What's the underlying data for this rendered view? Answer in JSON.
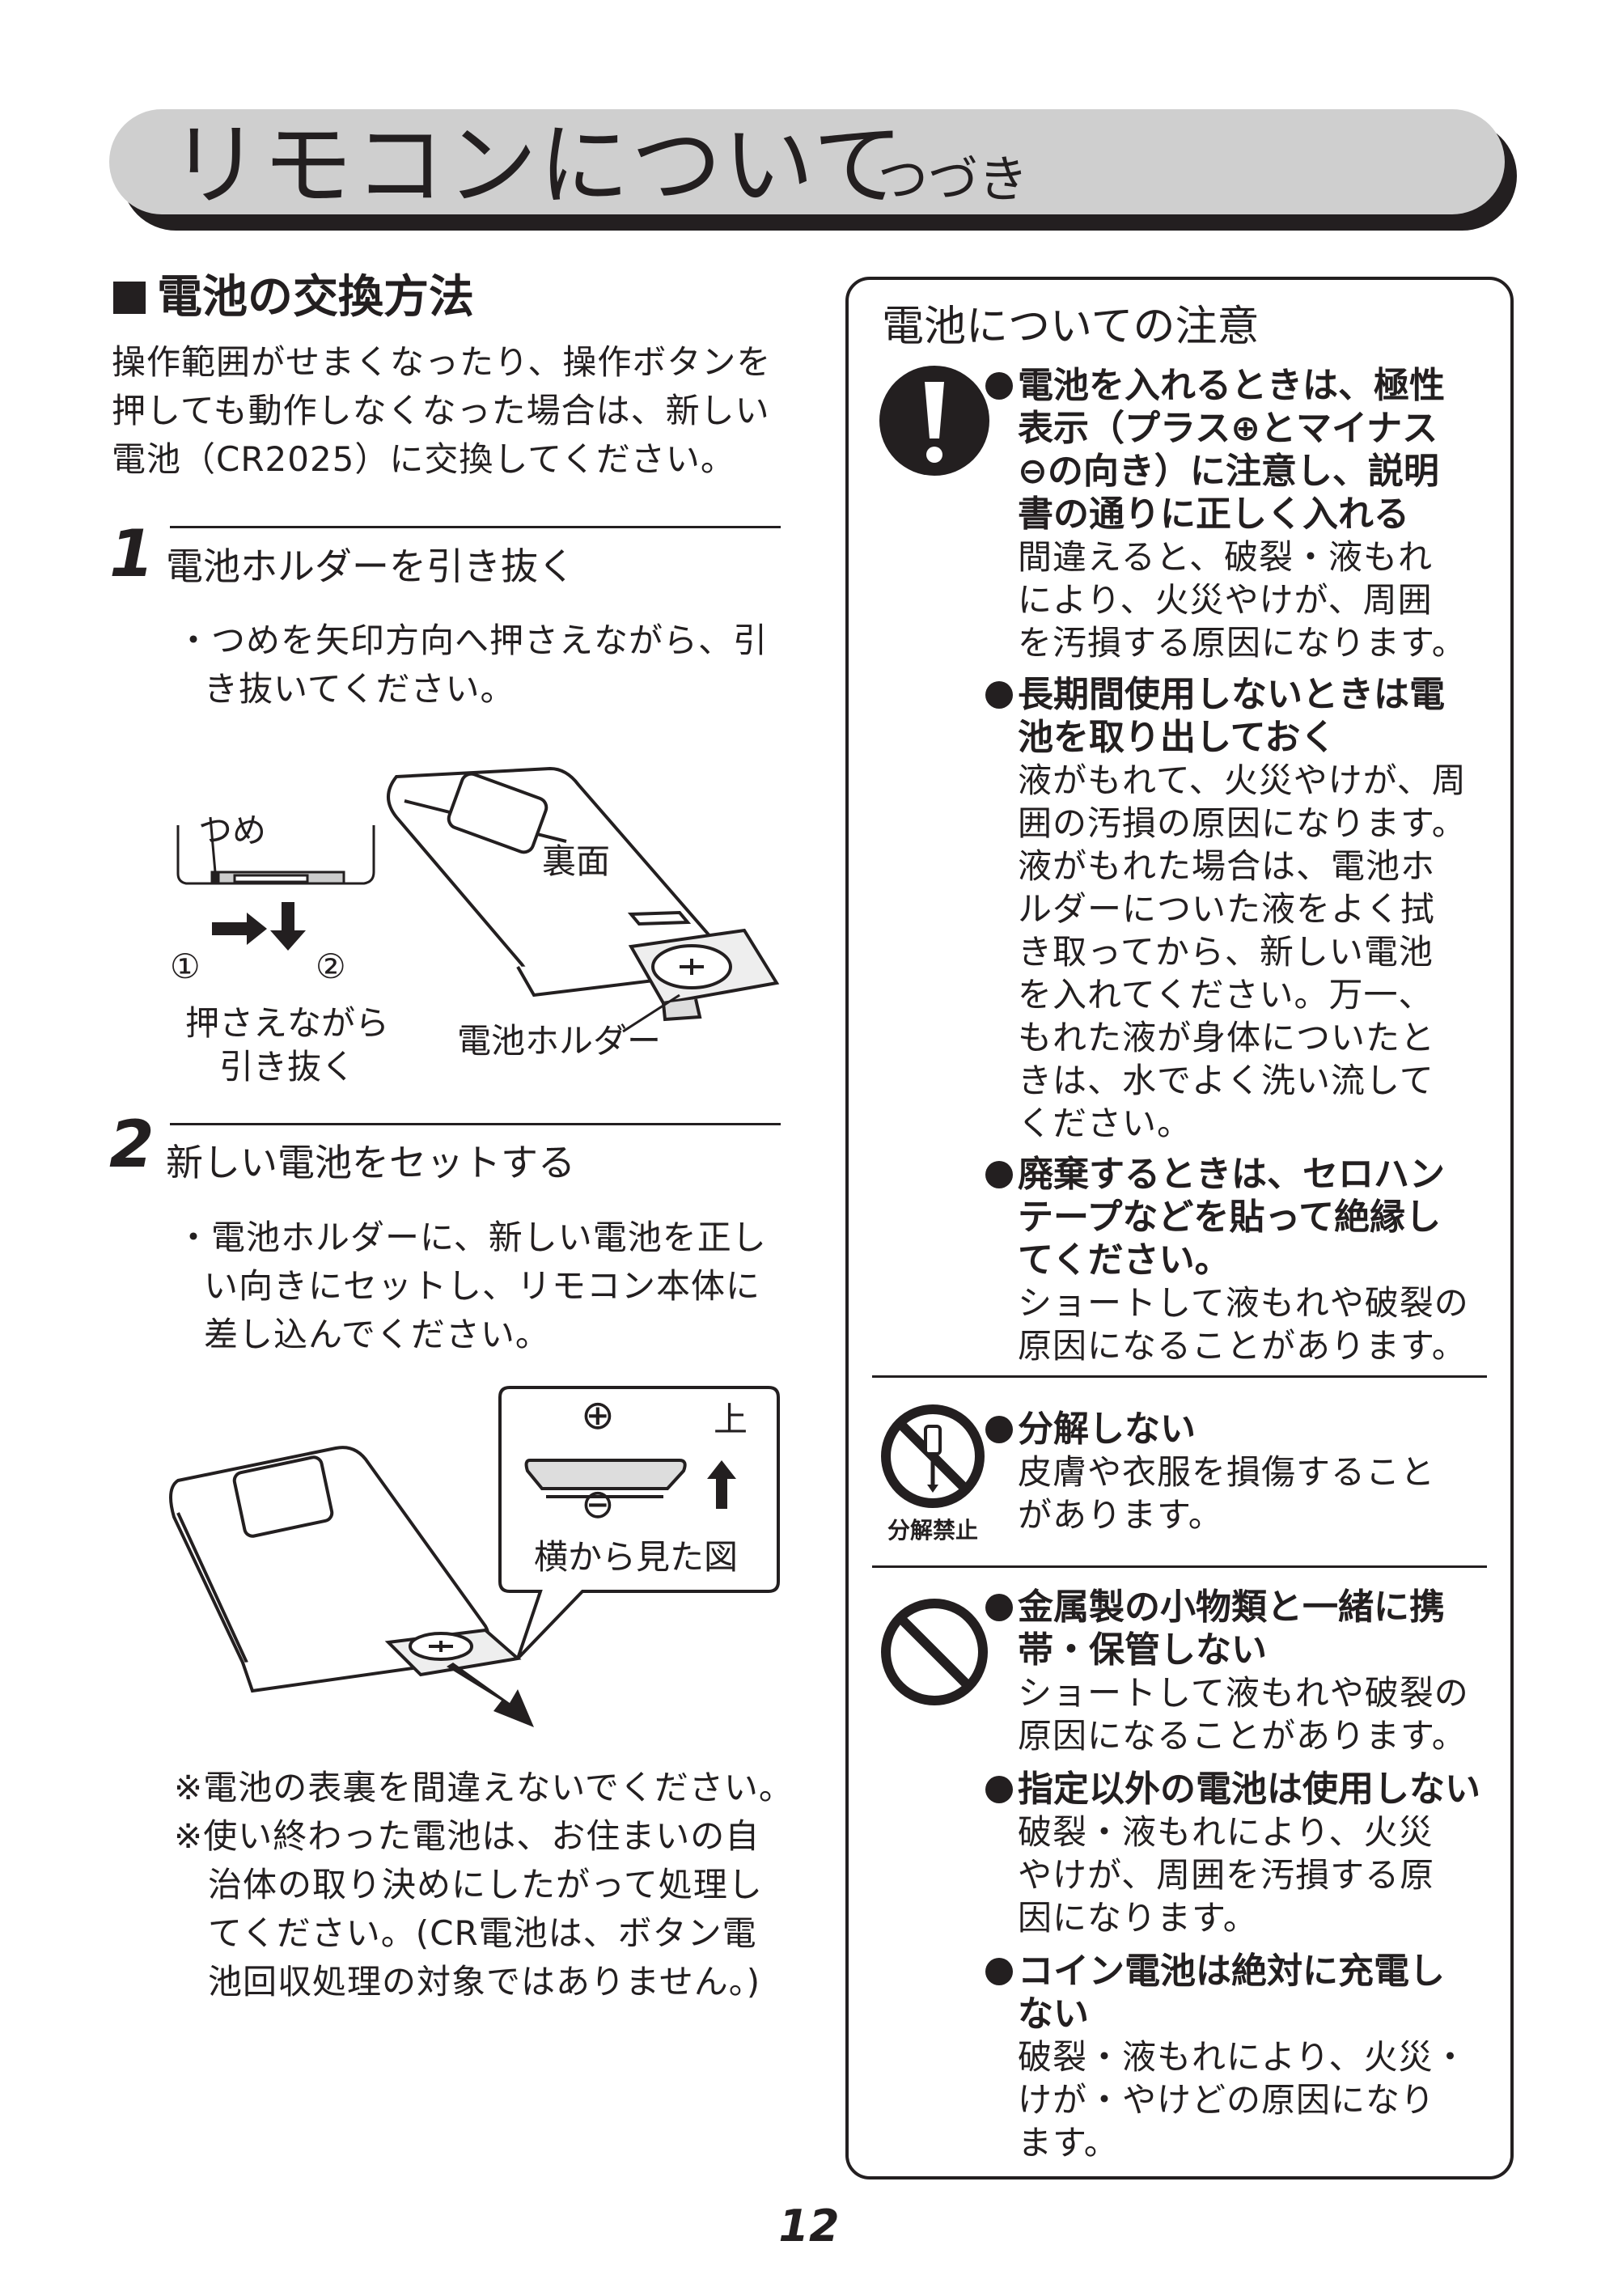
{
  "header": {
    "title": "リモコンについて",
    "subtitle": "つづき"
  },
  "battery_replace": {
    "heading": "電池の交換方法",
    "intro": [
      "操作範囲がせまくなったり、操作ボタンを",
      "押しても動作しなくなった場合は、新しい",
      "電池（CR2025）に交換してください。"
    ],
    "step1": {
      "number": "1",
      "title": "電池ホルダーを引き抜く",
      "desc": [
        "・つめを矢印方向へ押さえながら、引",
        "き抜いてください。"
      ],
      "labels": {
        "claw": "つめ",
        "back": "裏面",
        "holder": "電池ホルダー",
        "push1": "押さえながら",
        "push2": "引き抜く",
        "circ1": "①",
        "circ2": "②"
      }
    },
    "step2": {
      "number": "2",
      "title": "新しい電池をセットする",
      "desc": [
        "・電池ホルダーに、新しい電池を正し",
        "い向きにセットし、リモコン本体に",
        "差し込んでください。"
      ],
      "labels": {
        "plus": "⊕",
        "minus": "⊖",
        "up": "上",
        "side_view": "横から見た図"
      }
    },
    "notes": [
      "※電池の表裏を間違えないでください。",
      "※使い終わった電池は、お住まいの自",
      "治体の取り決めにしたがって処理し",
      "てください。(CR電池は、ボタン電",
      "池回収処理の対象ではありません。)"
    ]
  },
  "caution": {
    "title": "電池についての注意",
    "group1": [
      {
        "bold": [
          "電池を入れるときは、極性",
          "表示（プラス⊕とマイナス",
          "⊖の向き）に注意し、説明",
          "書の通りに正しく入れる"
        ],
        "text": [
          "間違えると、破裂・液もれ",
          "により、火災やけが、周囲",
          "を汚損する原因になります。"
        ]
      },
      {
        "bold": [
          "長期間使用しないときは電",
          "池を取り出しておく"
        ],
        "text": [
          "液がもれて、火災やけが、周",
          "囲の汚損の原因になります。",
          "液がもれた場合は、電池ホ",
          "ルダーについた液をよく拭",
          "き取ってから、新しい電池",
          "を入れてください。万一、",
          "もれた液が身体についたと",
          "きは、水でよく洗い流して",
          "ください。"
        ]
      },
      {
        "bold": [
          "廃棄するときは、セロハン",
          "テープなどを貼って絶縁し",
          "てください。"
        ],
        "text": [
          "ショートして液もれや破裂の",
          "原因になることがあります。"
        ]
      }
    ],
    "group2": {
      "icon_label": "分解禁止",
      "bold": [
        "分解しない"
      ],
      "text": [
        "皮膚や衣服を損傷すること",
        "があります。"
      ]
    },
    "group3": [
      {
        "bold": [
          "金属製の小物類と一緒に携",
          "帯・保管しない"
        ],
        "text": [
          "ショートして液もれや破裂の",
          "原因になることがあります。"
        ]
      },
      {
        "bold": [
          "指定以外の電池は使用しない"
        ],
        "text": [
          "破裂・液もれにより、火災",
          "やけが、周囲を汚損する原",
          "因になります。"
        ]
      },
      {
        "bold": [
          "コイン電池は絶対に充電し",
          "ない"
        ],
        "text": [
          "破裂・液もれにより、火災・",
          "けが・やけどの原因になり",
          "ます。"
        ]
      }
    ]
  },
  "page_number": "12"
}
